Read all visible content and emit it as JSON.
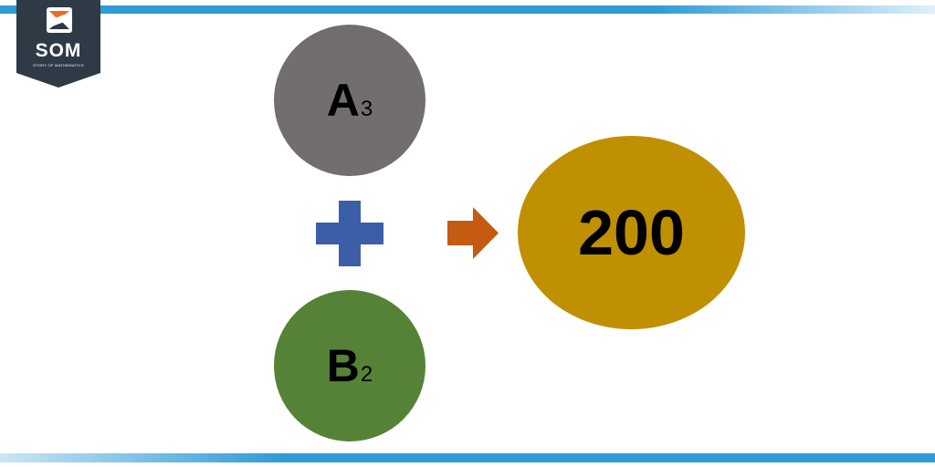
{
  "logo": {
    "text": "SOM",
    "subtitle": "STORY OF MATHEMATICS",
    "icon": "s-logo-icon",
    "background": "#2e3a46",
    "accent": "#f26b21"
  },
  "diagram": {
    "node_a": {
      "letter": "A",
      "subscript": "3",
      "color": "#736e6e"
    },
    "operator": {
      "icon": "plus-icon",
      "color": "#3c5ea7"
    },
    "node_b": {
      "letter": "B",
      "subscript": "2",
      "color": "#558236"
    },
    "connector": {
      "icon": "arrow-right-icon",
      "color": "#c55a11"
    },
    "result": {
      "value": "200",
      "color": "#bf9001"
    }
  },
  "colors": {
    "bar": "#2f9bd6"
  }
}
